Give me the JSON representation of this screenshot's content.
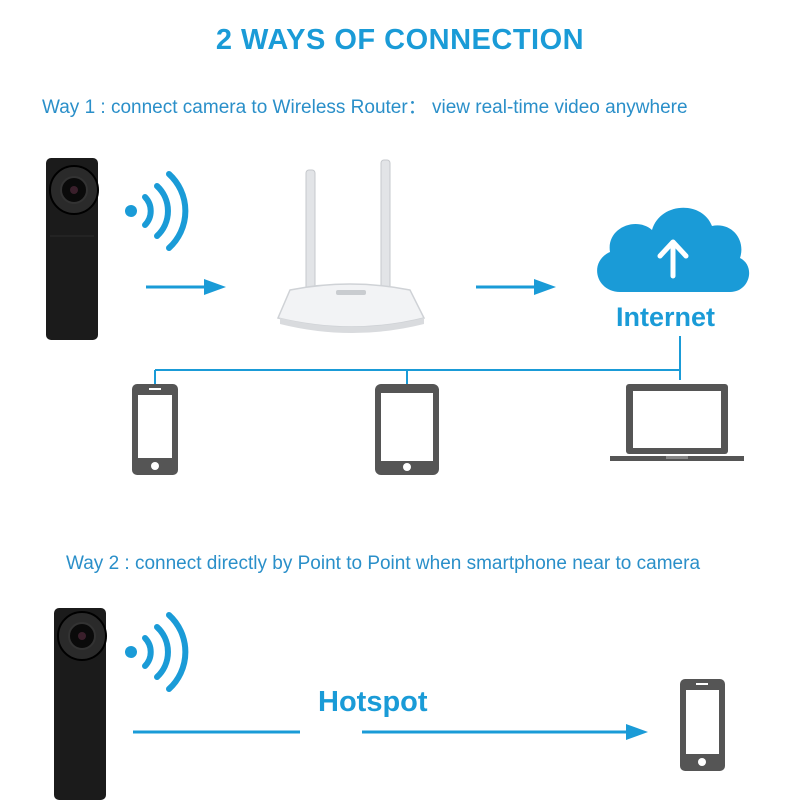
{
  "title": "2 WAYS OF CONNECTION",
  "way1": {
    "text": "Way 1 : connect camera to Wireless Router： view real-time video anywhere",
    "internet_label": "Internet"
  },
  "way2": {
    "text": "Way 2 : connect directly by Point to Point when smartphone near to camera",
    "hotspot_label": "Hotspot"
  },
  "colors": {
    "accent": "#1a9bd7",
    "device_gray": "#555555",
    "camera_black": "#1b1b1b",
    "text_blue": "#2a8fc9"
  },
  "icons": [
    "camera-icon",
    "wifi-signal-icon",
    "arrow-right-icon",
    "router-icon",
    "cloud-upload-icon",
    "smartphone-icon",
    "tablet-icon",
    "laptop-icon"
  ]
}
